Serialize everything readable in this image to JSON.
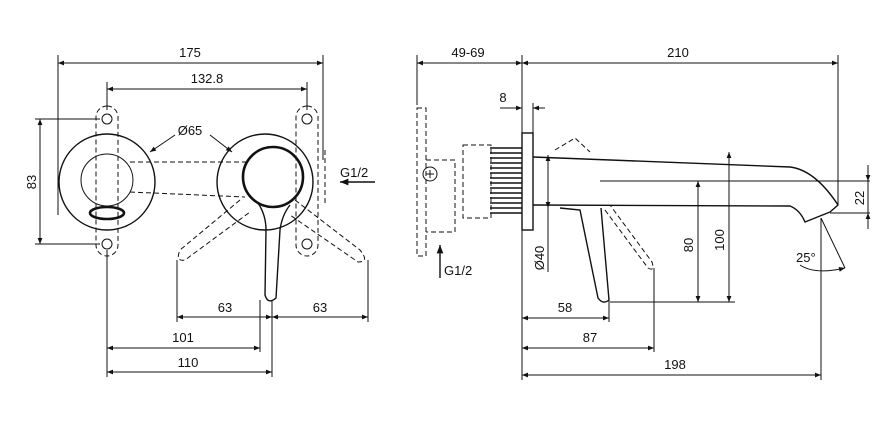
{
  "front_view": {
    "width_overall": "175",
    "mount_spacing": "132.8",
    "rosette_diameter": "Ø65",
    "height_mount": "83",
    "lever_swing_left": "63",
    "lever_swing_right": "63",
    "dim_101": "101",
    "dim_110": "110",
    "inlet_label": "G1/2"
  },
  "side_view": {
    "wall_depth": "49-69",
    "spout_projection": "210",
    "plate_thickness": "8",
    "body_diameter": "Ø40",
    "dim_80": "80",
    "dim_100": "100",
    "outlet_height": "22",
    "angle": "25°",
    "dim_58": "58",
    "dim_87": "87",
    "dim_198": "198",
    "inlet_label": "G1/2"
  }
}
